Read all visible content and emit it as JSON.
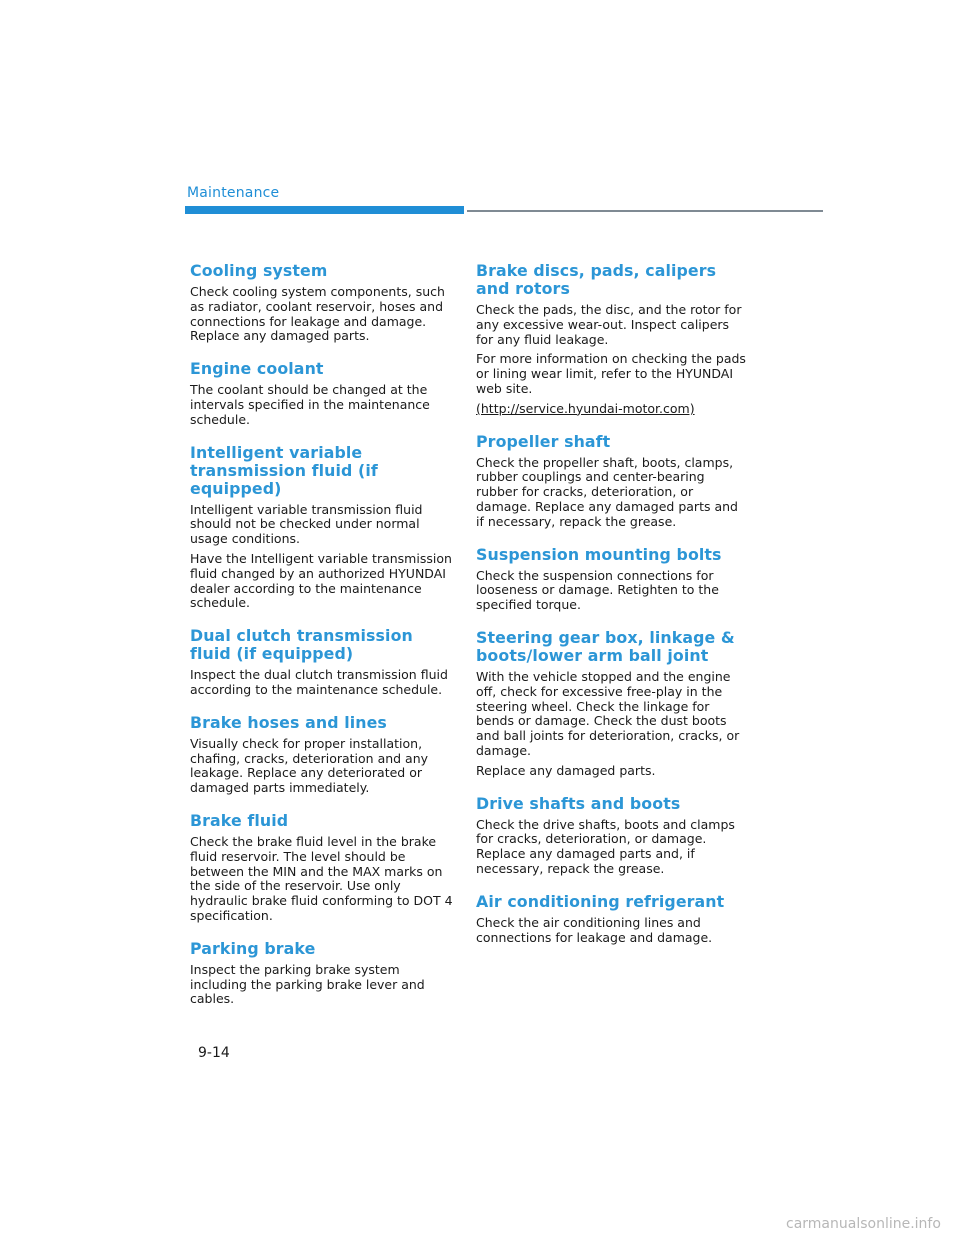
{
  "header": {
    "title": "Maintenance"
  },
  "left_sections": [
    {
      "heading": "Cooling system",
      "paragraphs": [
        "Check cooling system components, such as radiator, coolant reservoir, hoses and connections for leakage and damage. Replace any damaged parts."
      ]
    },
    {
      "heading": "Engine coolant",
      "paragraphs": [
        "The coolant should be changed at the intervals specified in the maintenance schedule."
      ]
    },
    {
      "heading": "Intelligent variable transmission fluid (if equipped)",
      "paragraphs": [
        "Intelligent variable transmission fluid should not be checked under normal usage conditions.",
        "Have the Intelligent variable transmission fluid changed by an authorized HYUNDAI dealer according to the maintenance schedule."
      ]
    },
    {
      "heading": "Dual clutch transmission fluid (if equipped)",
      "paragraphs": [
        "Inspect the dual clutch transmission fluid according to the maintenance schedule."
      ]
    },
    {
      "heading": "Brake hoses and lines",
      "paragraphs": [
        "Visually check for proper installation, chafing, cracks, deterioration and any leakage. Replace any deteriorated or damaged parts immediately."
      ]
    },
    {
      "heading": "Brake fluid",
      "paragraphs": [
        "Check the brake fluid level in the brake fluid reservoir. The level should be between the MIN and the MAX marks on the side of the reservoir. Use only hydraulic brake fluid conforming to DOT 4 specification."
      ]
    },
    {
      "heading": "Parking brake",
      "paragraphs": [
        "Inspect the parking brake system including the parking brake lever and cables."
      ]
    }
  ],
  "right_sections": [
    {
      "heading": "Brake discs, pads, calipers and rotors",
      "paragraphs": [
        "Check the pads, the disc, and the rotor for any excessive wear-out. Inspect calipers for any fluid leakage.",
        "For more information on checking the pads or lining wear limit, refer to the HYUNDAI web site."
      ],
      "link": "(http://service.hyundai-motor.com)"
    },
    {
      "heading": "Propeller shaft",
      "paragraphs": [
        "Check the propeller shaft, boots, clamps, rubber couplings and center-bearing rubber for cracks, deterioration, or damage. Replace any damaged parts and if necessary, repack the grease."
      ]
    },
    {
      "heading": "Suspension mounting bolts",
      "paragraphs": [
        "Check the suspension connections for looseness or damage. Retighten to the specified torque."
      ]
    },
    {
      "heading": "Steering gear box, linkage & boots/lower arm ball joint",
      "paragraphs": [
        "With the vehicle stopped and the engine off, check for excessive free-play in the steering wheel. Check the linkage for bends or damage. Check the dust boots and ball joints for deterioration, cracks, or damage.",
        "Replace any damaged parts."
      ]
    },
    {
      "heading": "Drive shafts and boots",
      "paragraphs": [
        "Check the drive shafts, boots and clamps for cracks, deterioration, or damage. Replace any damaged parts and, if necessary, repack the grease."
      ]
    },
    {
      "heading": "Air conditioning refrigerant",
      "paragraphs": [
        "Check the air conditioning lines and connections for leakage and damage."
      ]
    }
  ],
  "footer": {
    "page_number": "9-14",
    "watermark": "carmanualsonline.info"
  }
}
